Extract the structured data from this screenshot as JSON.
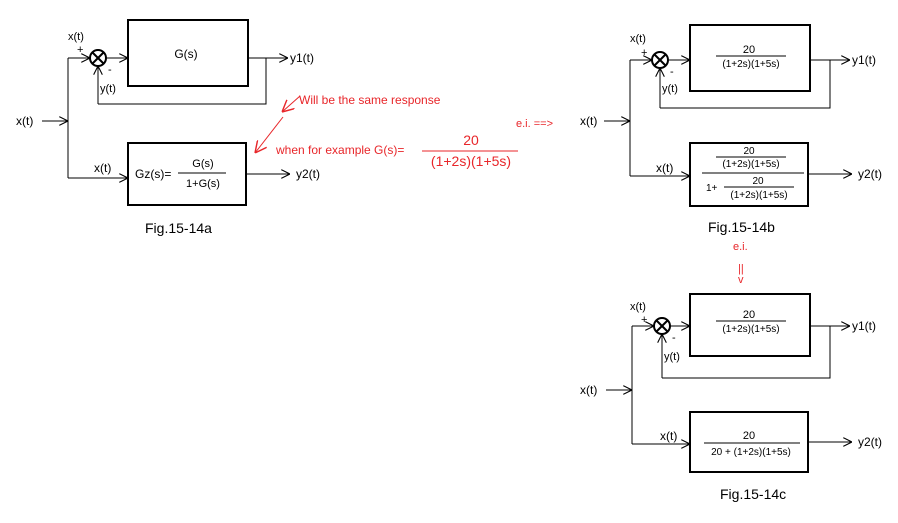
{
  "fig_a": {
    "caption": "Fig.15-14a",
    "input_label": "x(t)",
    "sum_top_label": "x(t)",
    "plus": "+",
    "minus": "-",
    "feedback_label": "y(t)",
    "top_block": "G(s)",
    "top_output": "y1(t)",
    "bottom_input": "x(t)",
    "bottom_block_prefix": "Gz(s)=",
    "bottom_block_num": "G(s)",
    "bottom_block_den": "1+G(s)",
    "bottom_output": "y2(t)"
  },
  "annotations": {
    "same_response": "Will be the same response",
    "example_prefix": "when for example G(s)=",
    "example_num": "20",
    "example_den": "(1+2s)(1+5s)",
    "ie_arrow": "e.i. ==>",
    "ie_down": "e.i.",
    "equals_vertical": "||",
    "arrow_head": "v"
  },
  "fig_b": {
    "caption": "Fig.15-14b",
    "input_label": "x(t)",
    "sum_top_label": "x(t)",
    "plus": "+",
    "minus": "-",
    "feedback_label": "y(t)",
    "top_num": "20",
    "top_den": "(1+2s)(1+5s)",
    "top_output": "y1(t)",
    "bottom_input": "x(t)",
    "bottom_inner_num": "20",
    "bottom_inner_den": "(1+2s)(1+5s)",
    "bottom_outer_prefix": "1+",
    "bottom_output": "y2(t)"
  },
  "fig_c": {
    "caption": "Fig.15-14c",
    "input_label": "x(t)",
    "sum_top_label": "x(t)",
    "plus": "+",
    "minus": "-",
    "feedback_label": "y(t)",
    "top_num": "20",
    "top_den": "(1+2s)(1+5s)",
    "top_output": "y1(t)",
    "bottom_input": "x(t)",
    "bottom_num": "20",
    "bottom_den": "20 + (1+2s)(1+5s)",
    "bottom_output": "y2(t)"
  }
}
